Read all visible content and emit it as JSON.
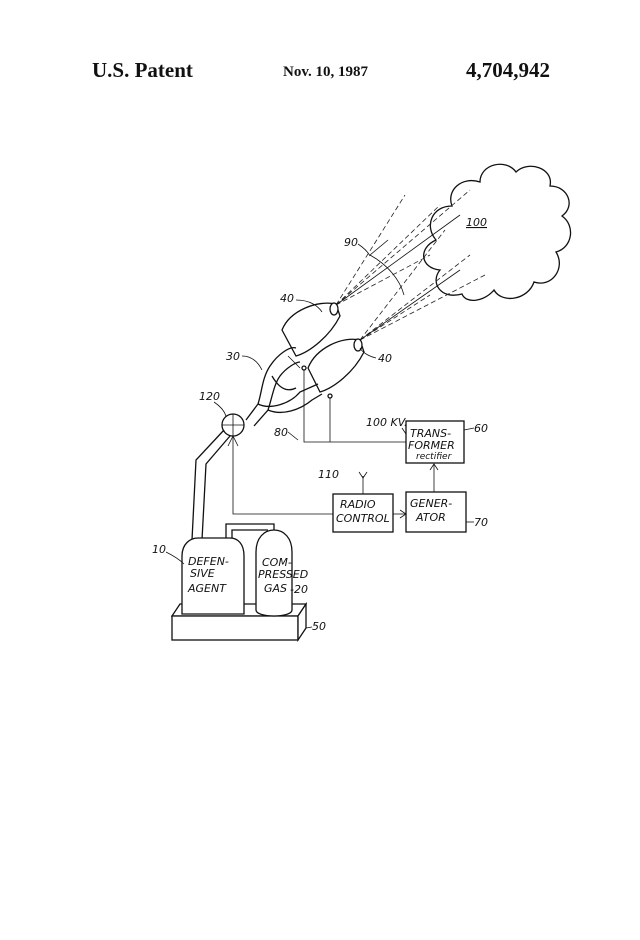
{
  "header": {
    "left": "U.S. Patent",
    "date": "Nov. 10, 1987",
    "number": "4,704,942"
  },
  "labels": {
    "ref_100": "100",
    "ref_90": "90",
    "ref_40a": "40",
    "ref_40b": "40",
    "ref_30": "30",
    "ref_120": "120",
    "ref_100kv": "100 KV.",
    "ref_80": "80",
    "ref_60": "60",
    "ref_110": "110",
    "ref_70": "70",
    "ref_10": "10",
    "ref_20": "-20",
    "ref_50": "50",
    "transformer_1": "TRANS-",
    "transformer_2": "FORMER",
    "transformer_3": "rectifier",
    "radio_1": "RADIO",
    "radio_2": "CONTROL",
    "generator_1": "GENER-",
    "generator_2": "ATOR",
    "agent_1": "DEFEN-",
    "agent_2": "SIVE",
    "agent_3": "AGENT",
    "gas_1": "COM-",
    "gas_2": "PRESSED",
    "gas_3": "GAS"
  }
}
